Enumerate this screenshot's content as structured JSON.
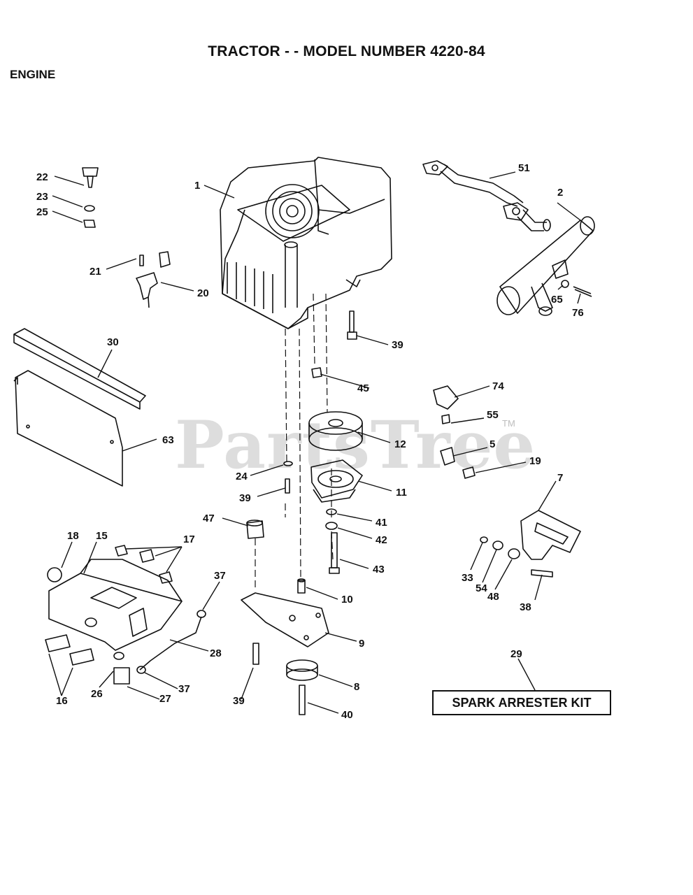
{
  "header": {
    "title": "TRACTOR - - MODEL NUMBER 4220-84",
    "section": "ENGINE"
  },
  "watermark": {
    "text": "PartsTree",
    "mark": "TM"
  },
  "kit_label": "SPARK ARRESTER KIT",
  "callouts": [
    "1",
    "2",
    "51",
    "22",
    "23",
    "25",
    "21",
    "20",
    "65",
    "76",
    "39",
    "30",
    "45",
    "74",
    "55",
    "63",
    "12",
    "5",
    "19",
    "24",
    "11",
    "39",
    "7",
    "47",
    "41",
    "42",
    "43",
    "18",
    "15",
    "17",
    "33",
    "54",
    "48",
    "38",
    "37",
    "10",
    "28",
    "9",
    "29",
    "37",
    "8",
    "26",
    "27",
    "39",
    "16",
    "40"
  ],
  "colors": {
    "ink": "#111111",
    "watermark": "#c8c8c8"
  }
}
